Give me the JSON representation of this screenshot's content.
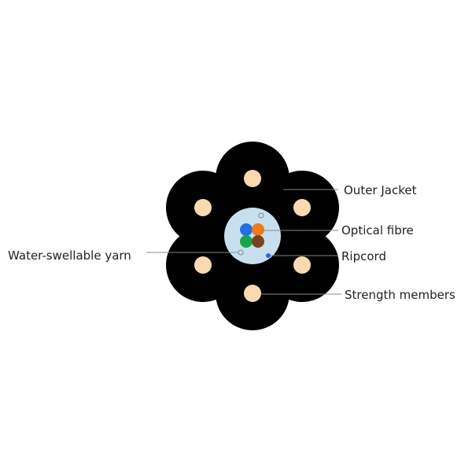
{
  "diagram": {
    "labels": {
      "outer_jacket": "Outer Jacket",
      "optical_fibre": "Optical fibre",
      "ripcord": "Ripcord",
      "water_swellable_yarn": "Water-swellable yarn",
      "strength_members": "Strength members"
    },
    "colors": {
      "jacket": "#000000",
      "strength_member": "#fad9b0",
      "core_tube": "#c8dfee",
      "fibre_blue": "#1f6fe5",
      "fibre_orange": "#ef7a1a",
      "fibre_green": "#1aa34a",
      "fibre_brown": "#7a4320",
      "ripcord": "#1f6fe5",
      "leader_line": "#888888"
    },
    "strength_member_count": 6,
    "fibre_count": 4
  }
}
